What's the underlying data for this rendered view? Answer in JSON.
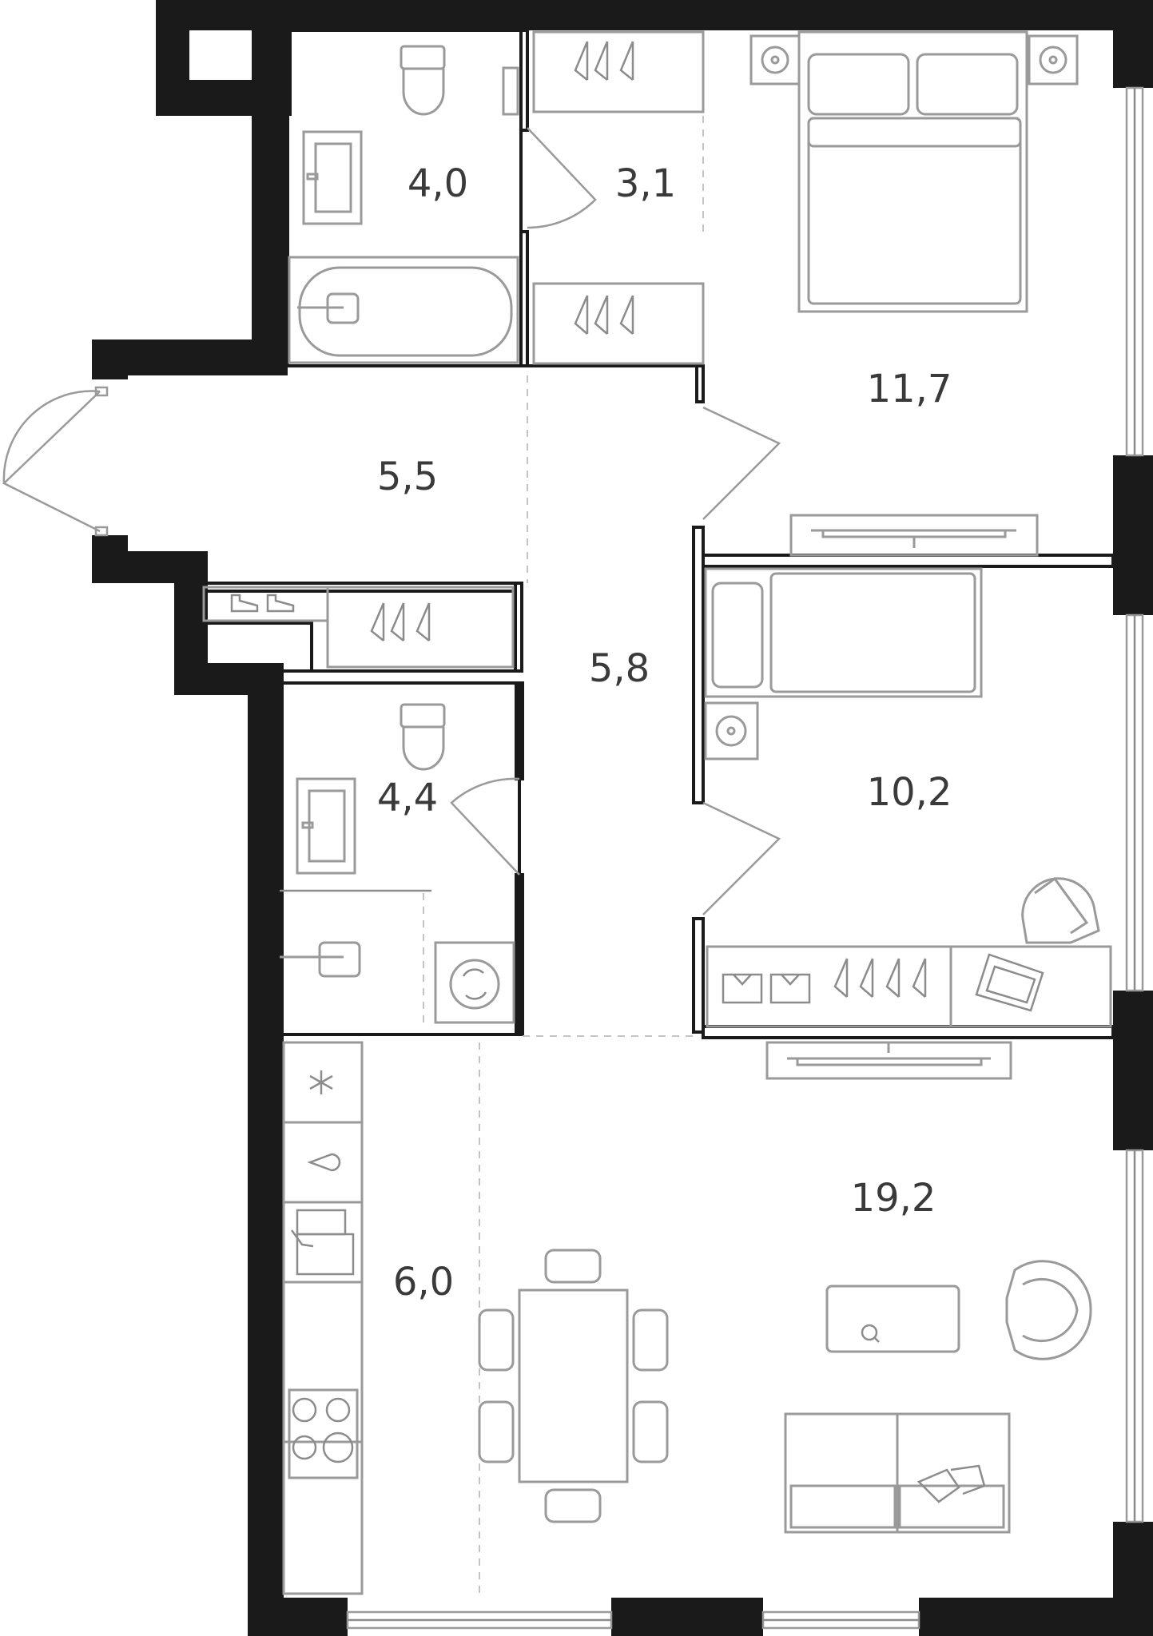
{
  "plan": {
    "rooms": [
      {
        "id": "bathroom-upper",
        "area": "4,0"
      },
      {
        "id": "wardrobe",
        "area": "3,1"
      },
      {
        "id": "bedroom-large",
        "area": "11,7"
      },
      {
        "id": "entrance-hall",
        "area": "5,5"
      },
      {
        "id": "corridor",
        "area": "5,8"
      },
      {
        "id": "bathroom-lower",
        "area": "4,4"
      },
      {
        "id": "bedroom-small",
        "area": "10,2"
      },
      {
        "id": "kitchen",
        "area": "6,0"
      },
      {
        "id": "living-room",
        "area": "19,2"
      }
    ],
    "icons": [
      "toilet-icon",
      "sink-icon",
      "bathtub-icon",
      "hanger-icon",
      "double-bed-icon",
      "single-bed-icon",
      "tv-icon",
      "shoes-icon",
      "shower-icon",
      "washing-machine-icon",
      "armchair-icon",
      "laptop-icon",
      "shirt-icon",
      "fridge-icon",
      "stove-icon",
      "dining-table-icon",
      "sofa-icon",
      "coffee-table-icon",
      "nightstand-icon"
    ],
    "colors": {
      "wall": "#1a1a1a",
      "line": "#9a9a9a",
      "text": "#3a3a3a"
    }
  }
}
